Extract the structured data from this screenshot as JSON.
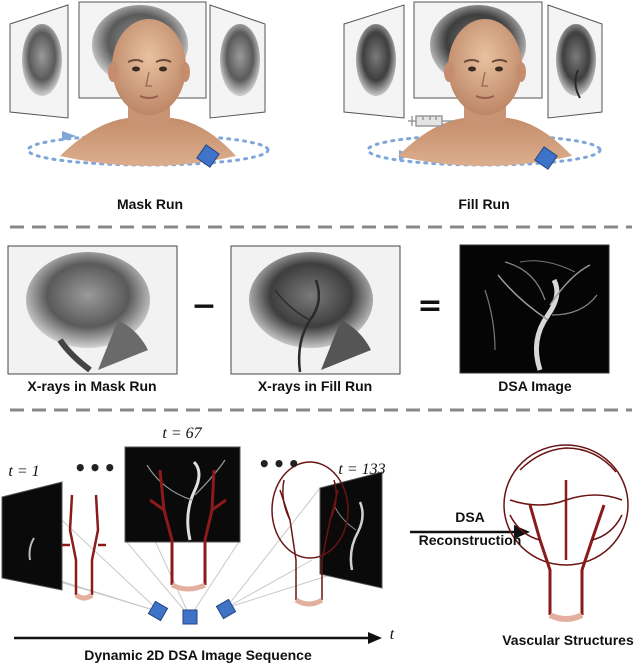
{
  "section1": {
    "mask_run_label": "Mask Run",
    "fill_run_label": "Fill Run"
  },
  "section2": {
    "mask_xray_label": "X-rays in Mask Run",
    "fill_xray_label": "X-rays in Fill Run",
    "dsa_image_label": "DSA Image",
    "minus_symbol": "−",
    "equals_symbol": "="
  },
  "section3": {
    "t1_label": "t = 1",
    "t67_label": "t = 67",
    "t133_label": "t = 133",
    "ellipsis": "•••",
    "reconstruction_line1": "DSA",
    "reconstruction_line2": "Reconstruction",
    "vascular_label": "Vascular Structures",
    "sequence_label": "Dynamic 2D DSA Image Sequence",
    "time_axis_label": "t"
  },
  "colors": {
    "orbit": "#7fa6d9",
    "detector": "#3f73c8",
    "vessel": "#8b1a1a",
    "divider": "#888888",
    "skin": "#d8a47e"
  }
}
